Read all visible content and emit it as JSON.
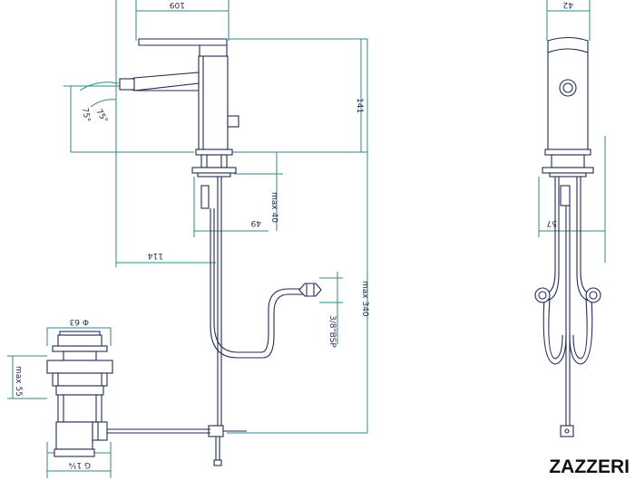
{
  "brand": "ZAZZERI",
  "dimensions": {
    "top_width": "109",
    "height_right": "141",
    "total_height": "max 340",
    "max_40": "max 40",
    "d49": "49",
    "reach": "114",
    "angle_outer": "75°",
    "angle_inner": "75°",
    "bsp": "3/8\"BSP",
    "drain_dia": "Φ 63",
    "drain_max": "max 55",
    "drain_g": "G 1¼",
    "side_width": "42",
    "side_57": "57"
  },
  "colors": {
    "dimension": "#2f8a85",
    "outline": "#222a55"
  }
}
